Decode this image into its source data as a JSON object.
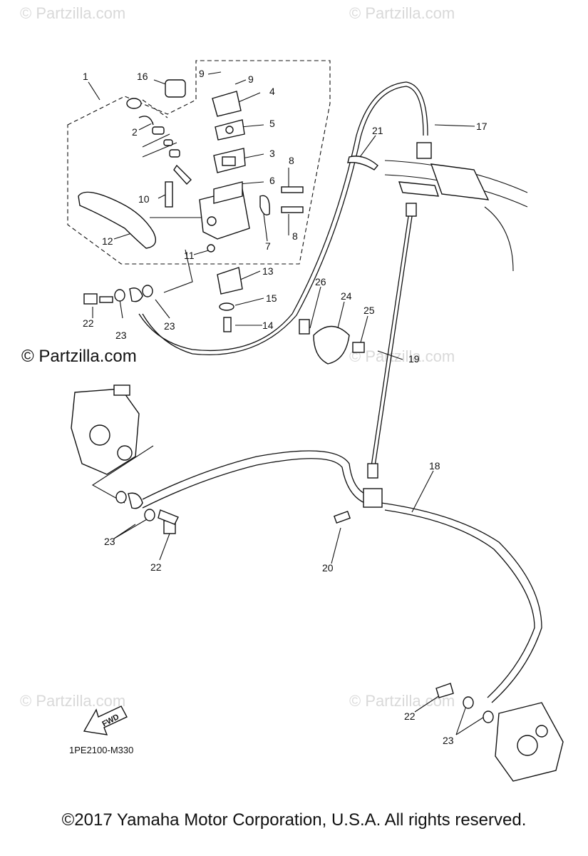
{
  "watermarks": {
    "faint": "© Partzilla.com",
    "strong": "© Partzilla.com"
  },
  "diagram_code": "1PE2100-M330",
  "fwd_label": "FWD",
  "copyright": "©2017  Yamaha Motor Corporation, U.S.A. All rights reserved.",
  "callouts": [
    "1",
    "16",
    "9",
    "9",
    "4",
    "5",
    "3",
    "2",
    "8",
    "6",
    "10",
    "12",
    "7",
    "8",
    "11",
    "13",
    "26",
    "24",
    "25",
    "15",
    "14",
    "22",
    "23",
    "23",
    "21",
    "17",
    "19",
    "18",
    "23",
    "22",
    "20",
    "22",
    "23"
  ]
}
